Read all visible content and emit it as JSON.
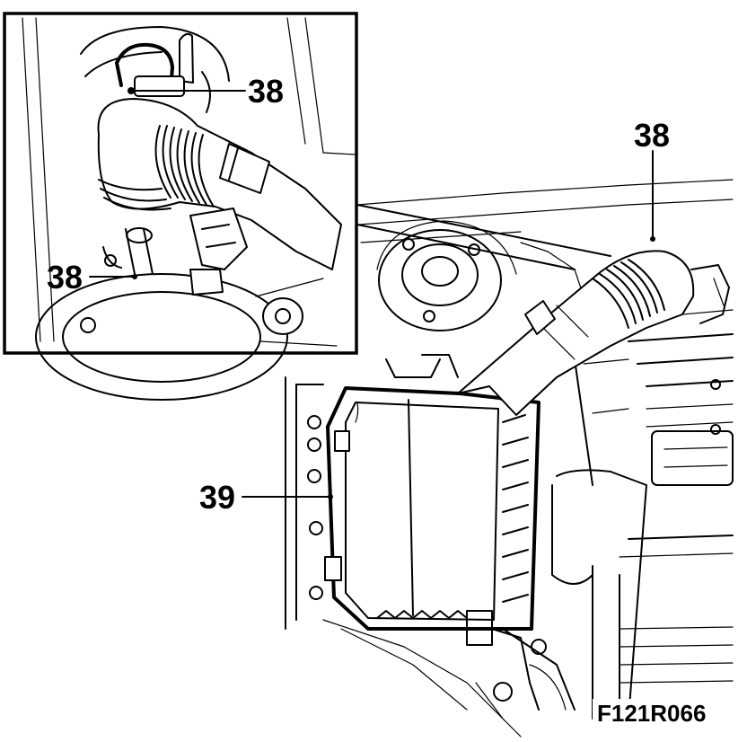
{
  "callouts": {
    "inset_top": "38",
    "inset_bottom": "38",
    "main_top": "38",
    "air_filter": "39"
  },
  "figure_ref": "F121R066"
}
